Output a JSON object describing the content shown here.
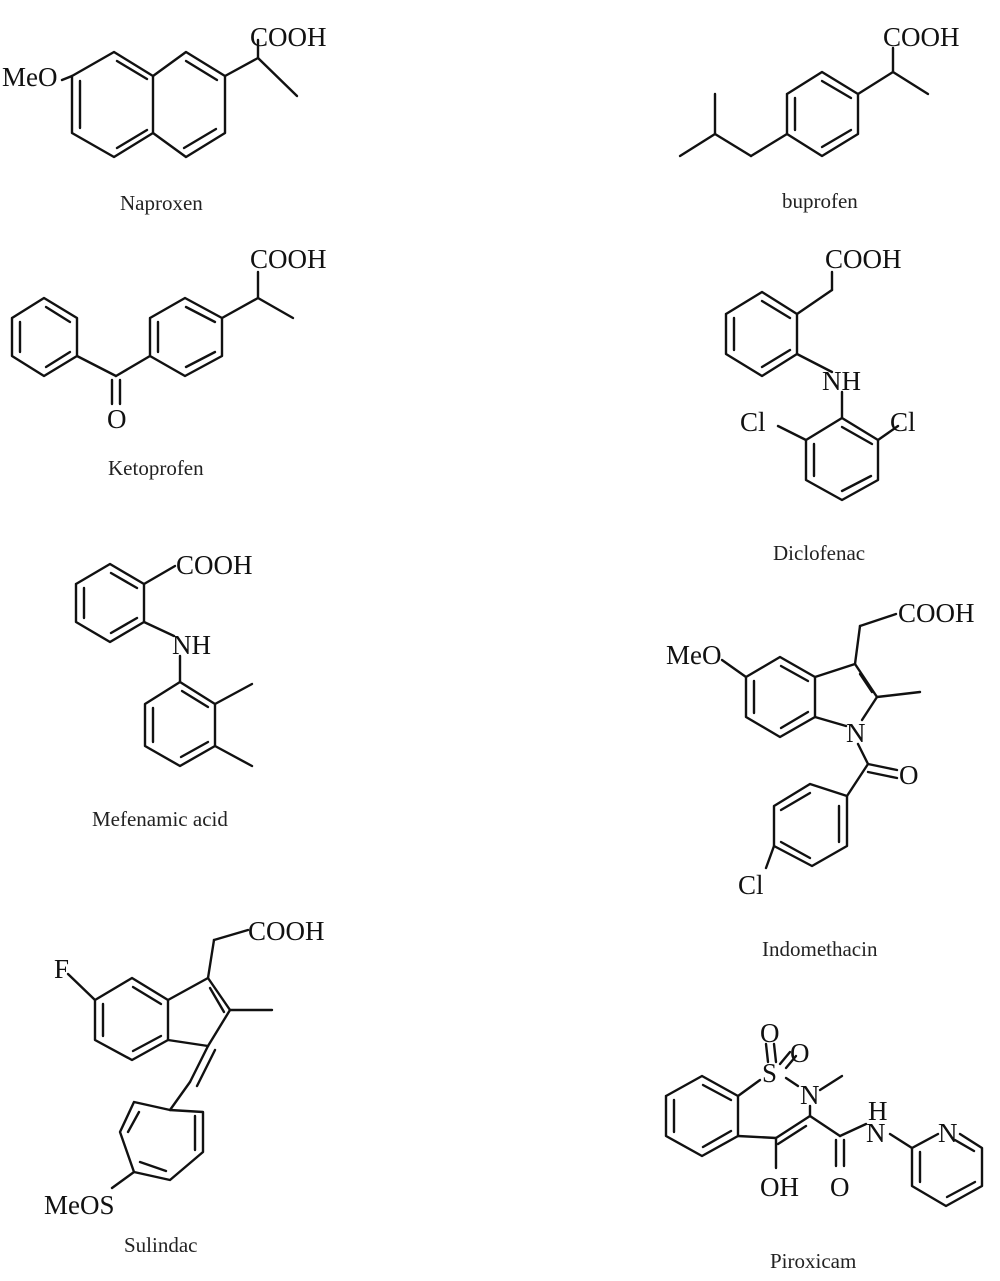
{
  "molecules": [
    {
      "name": "Naproxen",
      "atoms": [
        {
          "label": "COOH"
        },
        {
          "label": "MeO"
        }
      ]
    },
    {
      "name": "buprofen",
      "atoms": [
        {
          "label": "COOH"
        }
      ]
    },
    {
      "name": "Ketoprofen",
      "atoms": [
        {
          "label": "COOH"
        },
        {
          "label": "O"
        }
      ]
    },
    {
      "name": "Diclofenac",
      "atoms": [
        {
          "label": "COOH"
        },
        {
          "label": "NH"
        },
        {
          "label": "Cl"
        },
        {
          "label": "Cl"
        }
      ]
    },
    {
      "name": "Mefenamic acid",
      "atoms": [
        {
          "label": "COOH"
        },
        {
          "label": "NH"
        }
      ]
    },
    {
      "name": "Indomethacin",
      "atoms": [
        {
          "label": "COOH"
        },
        {
          "label": "MeO"
        },
        {
          "label": "N"
        },
        {
          "label": "O"
        },
        {
          "label": "Cl"
        }
      ]
    },
    {
      "name": "Sulindac",
      "atoms": [
        {
          "label": "COOH"
        },
        {
          "label": "F"
        },
        {
          "label": "MeOS"
        }
      ]
    },
    {
      "name": "Piroxicam",
      "atoms": [
        {
          "label": "O"
        },
        {
          "label": "O"
        },
        {
          "label": "S"
        },
        {
          "label": "N"
        },
        {
          "label": "H"
        },
        {
          "label": "N"
        },
        {
          "label": "N"
        },
        {
          "label": "OH"
        },
        {
          "label": "O"
        }
      ]
    }
  ]
}
